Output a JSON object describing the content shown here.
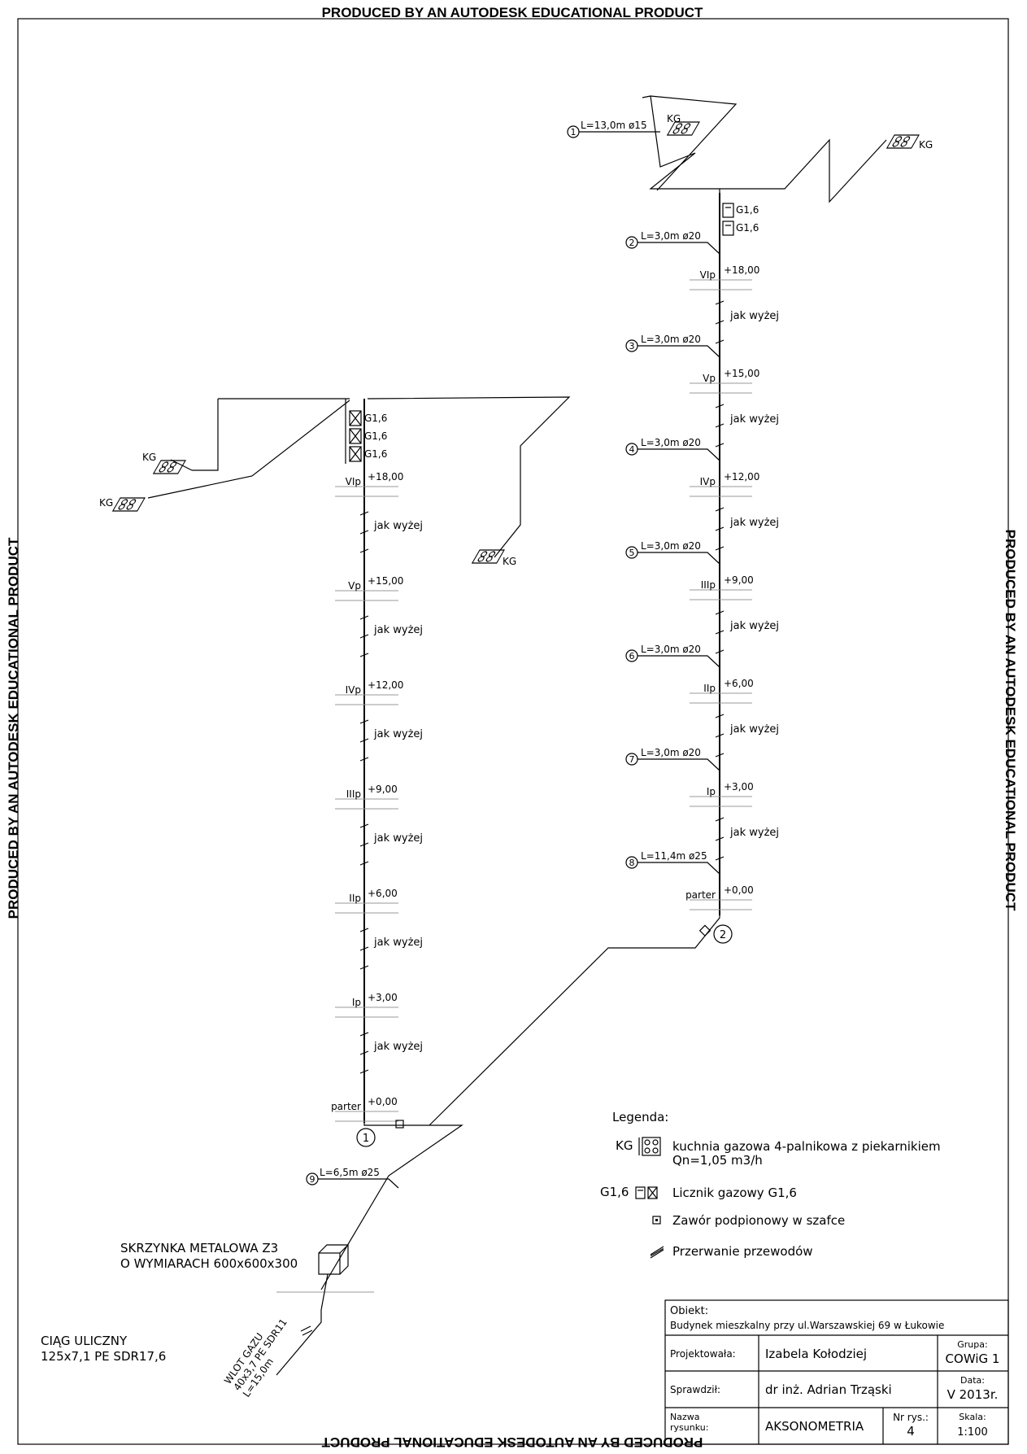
{
  "watermark": "PRODUCED BY AN AUTODESK EDUCATIONAL PRODUCT",
  "risers": {
    "left": {
      "meters": [
        "G1,6",
        "G1,6",
        "G1,6"
      ],
      "floors": [
        {
          "name": "VIp",
          "level": "+18,00"
        },
        {
          "name": "Vp",
          "level": "+15,00"
        },
        {
          "name": "IVp",
          "level": "+12,00"
        },
        {
          "name": "IIIp",
          "level": "+9,00"
        },
        {
          "name": "IIp",
          "level": "+6,00"
        },
        {
          "name": "Ip",
          "level": "+3,00"
        },
        {
          "name": "parter",
          "level": "+0,00"
        }
      ],
      "same_note": "jak wyżej",
      "marker": "1",
      "kg_label": "KG"
    },
    "right": {
      "meters": [
        "G1,6",
        "G1,6"
      ],
      "floors": [
        {
          "name": "VIp",
          "level": "+18,00"
        },
        {
          "name": "Vp",
          "level": "+15,00"
        },
        {
          "name": "IVp",
          "level": "+12,00"
        },
        {
          "name": "IIIp",
          "level": "+9,00"
        },
        {
          "name": "IIp",
          "level": "+6,00"
        },
        {
          "name": "Ip",
          "level": "+3,00"
        },
        {
          "name": "parter",
          "level": "+0,00"
        }
      ],
      "same_note": "jak wyżej",
      "marker": "2",
      "kg_label": "KG"
    }
  },
  "segments": [
    {
      "num": "1",
      "label": "L=13,0m ø15"
    },
    {
      "num": "2",
      "label": "L=3,0m ø20"
    },
    {
      "num": "3",
      "label": "L=3,0m ø20"
    },
    {
      "num": "4",
      "label": "L=3,0m ø20"
    },
    {
      "num": "5",
      "label": "L=3,0m ø20"
    },
    {
      "num": "6",
      "label": "L=3,0m ø20"
    },
    {
      "num": "7",
      "label": "L=3,0m ø20"
    },
    {
      "num": "8",
      "label": "L=11,4m ø25"
    },
    {
      "num": "9",
      "label": "L=6,5m ø25"
    }
  ],
  "box": {
    "line1": "SKRZYNKA METALOWA Z3",
    "line2": "O WYMIARACH 600x600x300"
  },
  "street": {
    "line1": "CIĄG ULICZNY",
    "line2": "125x7,1 PE SDR17,6"
  },
  "inlet": {
    "line1": "WLOT GAZU",
    "line2": "40x3,7 PE SDR11",
    "line3": "L=15,0m"
  },
  "legend": {
    "title": "Legenda:",
    "kg_code": "KG",
    "kg_text1": "kuchnia gazowa 4-palnikowa z piekarnikiem",
    "kg_text2": "Qn=1,05 m3/h",
    "meter_code": "G1,6",
    "meter_text": "Licznik gazowy G1,6",
    "valve_text": "Zawór podpionowy w szafce",
    "break_text": "Przerwanie przewodów"
  },
  "title_block": {
    "object_label": "Obiekt:",
    "object_value": "Budynek mieszkalny przy ul.Warszawskiej 69 w Łukowie",
    "designer_label": "Projektowała:",
    "designer_value": "Izabela Kołodziej",
    "group_label": "Grupa:",
    "group_value": "COWiG 1",
    "checker_label": "Sprawdził:",
    "checker_value": "dr inż. Adrian Trząski",
    "date_label": "Data:",
    "date_value": "V 2013r.",
    "drawing_label1": "Nazwa",
    "drawing_label2": "rysunku:",
    "drawing_value": "AKSONOMETRIA",
    "number_label": "Nr rys.:",
    "number_value": "4",
    "scale_label": "Skala:",
    "scale_value": "1:100"
  }
}
